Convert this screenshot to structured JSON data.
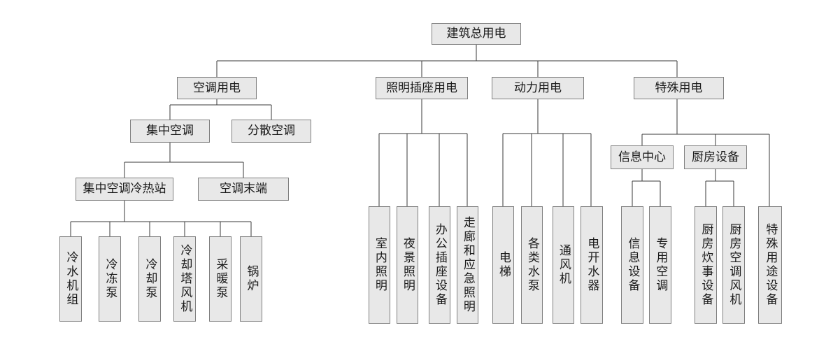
{
  "diagram": {
    "type": "org-tree",
    "language": "zh-CN",
    "background": "#ffffff",
    "box_fill": "#e8e8e8",
    "box_border": "#7f7f7f",
    "line_color": "#3a3a3a",
    "text_color": "#1a1a1a"
  },
  "tree": {
    "label": "建筑总用电",
    "children": [
      {
        "label": "空调用电",
        "children": [
          {
            "label": "集中空调",
            "children": [
              {
                "label": "集中空调冷热站",
                "children": [
                  {
                    "label": "冷水机组"
                  },
                  {
                    "label": "冷冻泵"
                  },
                  {
                    "label": "冷却泵"
                  },
                  {
                    "label": "冷却塔风机"
                  },
                  {
                    "label": "采暖泵"
                  },
                  {
                    "label": "锅炉"
                  }
                ]
              },
              {
                "label": "空调末端"
              }
            ]
          },
          {
            "label": "分散空调"
          }
        ]
      },
      {
        "label": "照明插座用电",
        "children": [
          {
            "label": "室内照明"
          },
          {
            "label": "夜景照明"
          },
          {
            "label": "办公插座设备"
          },
          {
            "label": "走廊和应急照明"
          }
        ]
      },
      {
        "label": "动力用电",
        "children": [
          {
            "label": "电梯"
          },
          {
            "label": "各类水泵"
          },
          {
            "label": "通风机"
          },
          {
            "label": "电开水器"
          }
        ]
      },
      {
        "label": "特殊用电",
        "children": [
          {
            "label": "信息中心",
            "children": [
              {
                "label": "信息设备"
              },
              {
                "label": "专用空调"
              }
            ]
          },
          {
            "label": "厨房设备",
            "children": [
              {
                "label": "厨房炊事设备"
              },
              {
                "label": "厨房空调风机"
              }
            ]
          },
          {
            "label": "特殊用途设备"
          }
        ]
      }
    ]
  }
}
